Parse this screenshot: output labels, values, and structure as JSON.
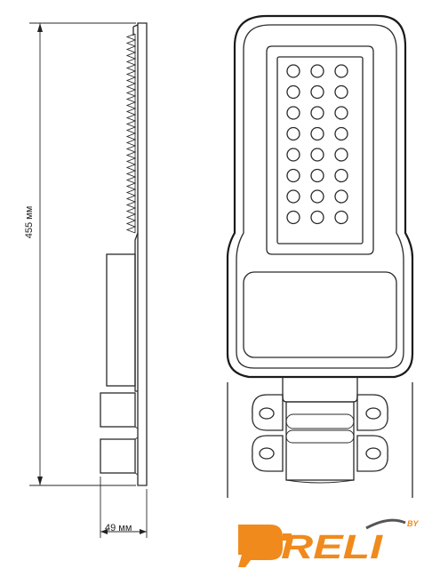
{
  "dimensions": {
    "height_label": "455 мм",
    "depth_label": "49 мм"
  },
  "led_grid": {
    "rows": 8,
    "cols": 3
  },
  "logo": {
    "main_text": "DRELI",
    "sup_text": "BY",
    "color": "#f08a1c"
  },
  "colors": {
    "line": "#2a2a2a",
    "background": "#ffffff"
  }
}
